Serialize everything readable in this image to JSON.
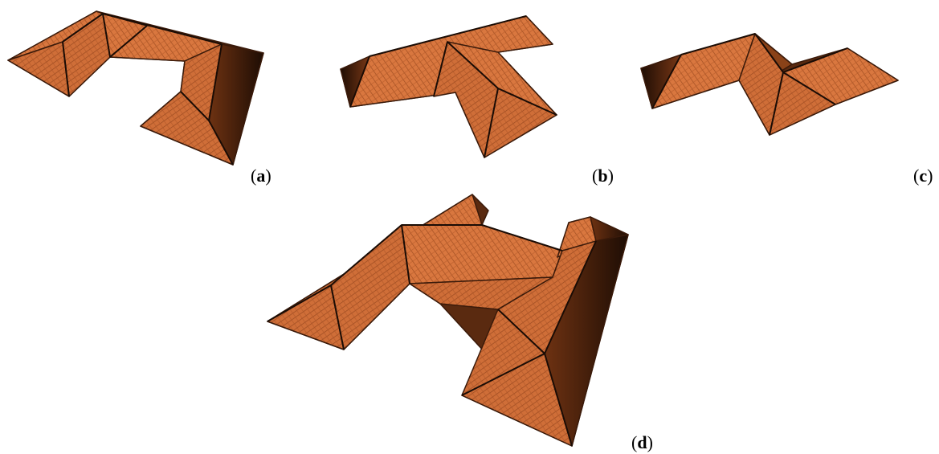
{
  "figure": {
    "panels": [
      {
        "id": "a",
        "caption": "a"
      },
      {
        "id": "b",
        "caption": "b"
      },
      {
        "id": "c",
        "caption": "c"
      },
      {
        "id": "d",
        "caption": "d"
      }
    ]
  },
  "colors": {
    "tile_light": "#d9773f",
    "tile_mid": "#c86a35",
    "tile_line": "#8c4420",
    "shadow_dark": "#2b1406",
    "shadow_mid": "#6e3212",
    "ridge": "#1a0c05",
    "background": "#ffffff"
  }
}
